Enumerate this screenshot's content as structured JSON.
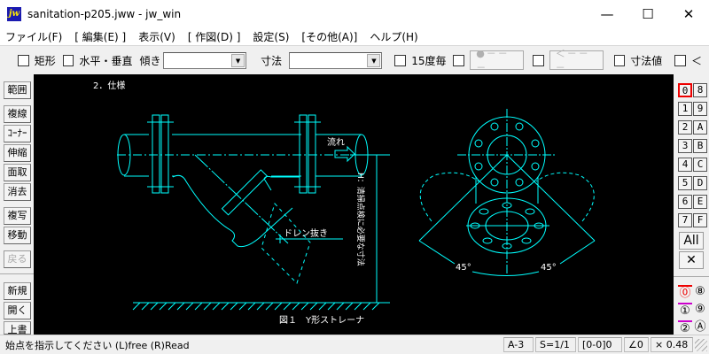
{
  "window": {
    "title": "sanitation-p205.jww - jw_win",
    "app_icon": "jw",
    "controls": {
      "minimize": "—",
      "maximize": "☐",
      "close": "✕"
    }
  },
  "menu": [
    {
      "label": "ファイル(F)"
    },
    {
      "label": "[ 編集(E) ]"
    },
    {
      "label": "表示(V)"
    },
    {
      "label": "[ 作図(D) ]"
    },
    {
      "label": "設定(S)"
    },
    {
      "label": "[その他(A)]"
    },
    {
      "label": "ヘルプ(H)"
    }
  ],
  "toolbar": {
    "rect_label": "矩形",
    "hv_label": "水平・垂直",
    "slope_label": "傾き",
    "slope_value": "",
    "dim_label": "寸法",
    "dim_value": "",
    "deg15_label": "15度毎",
    "dot_line_btn": "●－－－",
    "arrow_line_btn": "＜－－－",
    "dim_value_label": "寸法値",
    "lt_label": "＜"
  },
  "left_tools": [
    {
      "label": "範囲",
      "enabled": true
    },
    {
      "label": "複線",
      "enabled": true
    },
    {
      "label": "ｺｰﾅｰ",
      "enabled": true
    },
    {
      "label": "伸縮",
      "enabled": true
    },
    {
      "label": "面取",
      "enabled": true
    },
    {
      "label": "消去",
      "enabled": true
    },
    {
      "label": "複写",
      "enabled": true
    },
    {
      "label": "移動",
      "enabled": true
    },
    {
      "label": "戻る",
      "enabled": false
    },
    {
      "label": "新規",
      "enabled": true
    },
    {
      "label": "開く",
      "enabled": true
    },
    {
      "label": "上書",
      "enabled": true
    }
  ],
  "layers": {
    "left": [
      "0",
      "1",
      "2",
      "3",
      "4",
      "5",
      "6",
      "7"
    ],
    "right": [
      "8",
      "9",
      "A",
      "B",
      "C",
      "D",
      "E",
      "F"
    ],
    "active": "0",
    "all_label": "All",
    "clear_label": "✕"
  },
  "layer_groups": {
    "left": [
      "⓪",
      "①",
      "②"
    ],
    "right": [
      "⑧",
      "⑨",
      "Ⓐ"
    ]
  },
  "drawing": {
    "heading": "2．仕様",
    "flow_label": "流れ",
    "drain_label": "ドレン抜き",
    "h_label": "H：清掃点検に必要な寸法",
    "figure_caption": "図１　Y形ストレーナ",
    "angle_left": "45°",
    "angle_right": "45°",
    "line_color": "#00ffff",
    "text_color": "#ffffff"
  },
  "status": {
    "message": "始点を指示してください (L)free (R)Read",
    "paper": "A-3",
    "scale": "S=1/1",
    "layer": "[0-0]0",
    "angle": "∠0",
    "zoom": "× 0.48"
  }
}
